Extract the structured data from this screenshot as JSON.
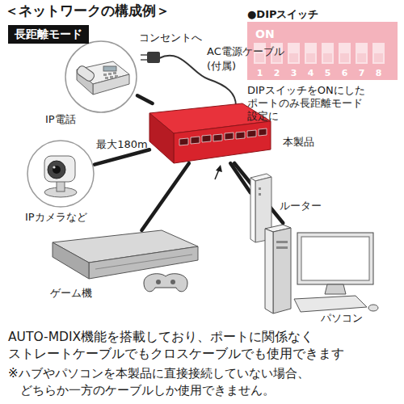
{
  "diagram": {
    "title": "＜ネットワークの構成例＞",
    "caption": "AUTO-MDIX機能を搭載しており、ポートに関係なく ストレートケーブルでもクロスケーブルでも使用できます",
    "nodes": [
      {
        "text": [
          "長距離モード"
        ]
      },
      {
        "text": [
          "●DIPスイッチ",
          "ON",
          "1",
          "2",
          "3",
          "4",
          "5",
          "6",
          "7",
          "8",
          "DIPスイッチをONにした ポートのみ長距離モード 設定に"
        ]
      },
      {
        "text": [
          "IP電話"
        ]
      },
      {
        "text": [
          "本製品"
        ]
      },
      {
        "text": [
          "IPカメラなど"
        ]
      },
      {
        "text": [
          "ルーター"
        ]
      },
      {
        "text": [
          "ゲーム機"
        ]
      },
      {
        "text": [
          "パソコン"
        ]
      }
    ],
    "edges": [
      {
        "from": 3,
        "to": 2,
        "arrow": "none"
      },
      {
        "from": 3,
        "to": 4,
        "label": "最大180m",
        "arrow": "none"
      },
      {
        "from": 3,
        "to": 5,
        "arrow": "none"
      },
      {
        "from": 3,
        "to": 6,
        "arrow": "none"
      },
      {
        "from": 3,
        "to": 7,
        "arrow": "none"
      }
    ],
    "labels": [
      "コンセントへ",
      "AC電源ケーブル (付属)",
      "※ハブやパソコンを本製品に直接接続していない場合、 どちらか一方のケーブルしか使用できません。"
    ]
  }
}
